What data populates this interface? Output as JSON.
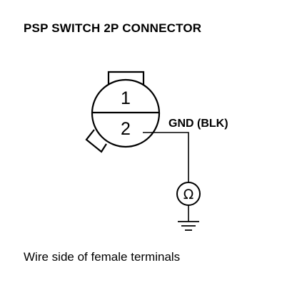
{
  "title": "PSP SWITCH 2P CONNECTOR",
  "connector": {
    "pins": [
      "1",
      "2"
    ],
    "wire_label": "GND (BLK)"
  },
  "meter": {
    "symbol": "Ω",
    "icon": "ohmmeter-icon"
  },
  "ground": {
    "icon": "ground-icon"
  },
  "caption": "Wire side of female terminals"
}
